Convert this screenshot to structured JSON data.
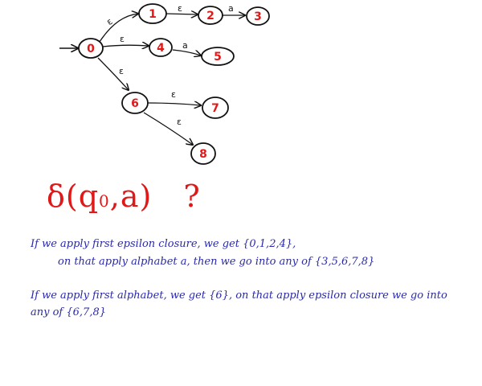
{
  "diagram": {
    "states": [
      "0",
      "1",
      "2",
      "3",
      "4",
      "5",
      "6",
      "7",
      "8"
    ],
    "colors": {
      "state_text": "#e11818",
      "ink": "#111111",
      "note_text": "#2a2aa8"
    },
    "edges": [
      {
        "from": "0",
        "to": "1",
        "label": "ε"
      },
      {
        "from": "1",
        "to": "2",
        "label": "ε"
      },
      {
        "from": "2",
        "to": "3",
        "label": "a"
      },
      {
        "from": "0",
        "to": "4",
        "label": "ε"
      },
      {
        "from": "4",
        "to": "5",
        "label": "a"
      },
      {
        "from": "0",
        "to": "6",
        "label": "ε"
      },
      {
        "from": "6",
        "to": "7",
        "label": "ε"
      },
      {
        "from": "6",
        "to": "8",
        "label": "ε"
      }
    ]
  },
  "question": {
    "delta": "δ(q",
    "subscript": "0",
    "rest": ",a)",
    "mark": "?"
  },
  "notes": {
    "line1": "If we apply first epsilon closure, we get {0,1,2,4},",
    "line2": "on that apply alphabet a, then we go into any of {3,5,6,7,8}",
    "line3": "If we apply first alphabet, we get {6}, on that apply epsilon closure we go into",
    "line4": "any of {6,7,8}"
  }
}
